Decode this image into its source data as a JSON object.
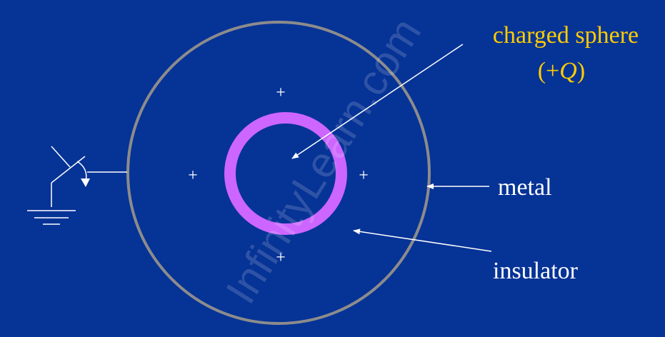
{
  "colors": {
    "background": "#063396",
    "metal_shell": "#8c8c8c",
    "charged_sphere": "#cc66ff",
    "label_primary": "#ffffff",
    "label_highlight": "#ffcc00"
  },
  "labels": {
    "charged_sphere_line1": "charged sphere",
    "charged_sphere_line2_open": "(+",
    "charged_sphere_line2_symbol": "Q",
    "charged_sphere_line2_close": ")",
    "metal": "metal",
    "insulator": "insulator"
  },
  "charge_signs": {
    "top": "+",
    "left": "+",
    "right": "+",
    "bottom": "+"
  },
  "watermark": "InfinityLearn.com"
}
